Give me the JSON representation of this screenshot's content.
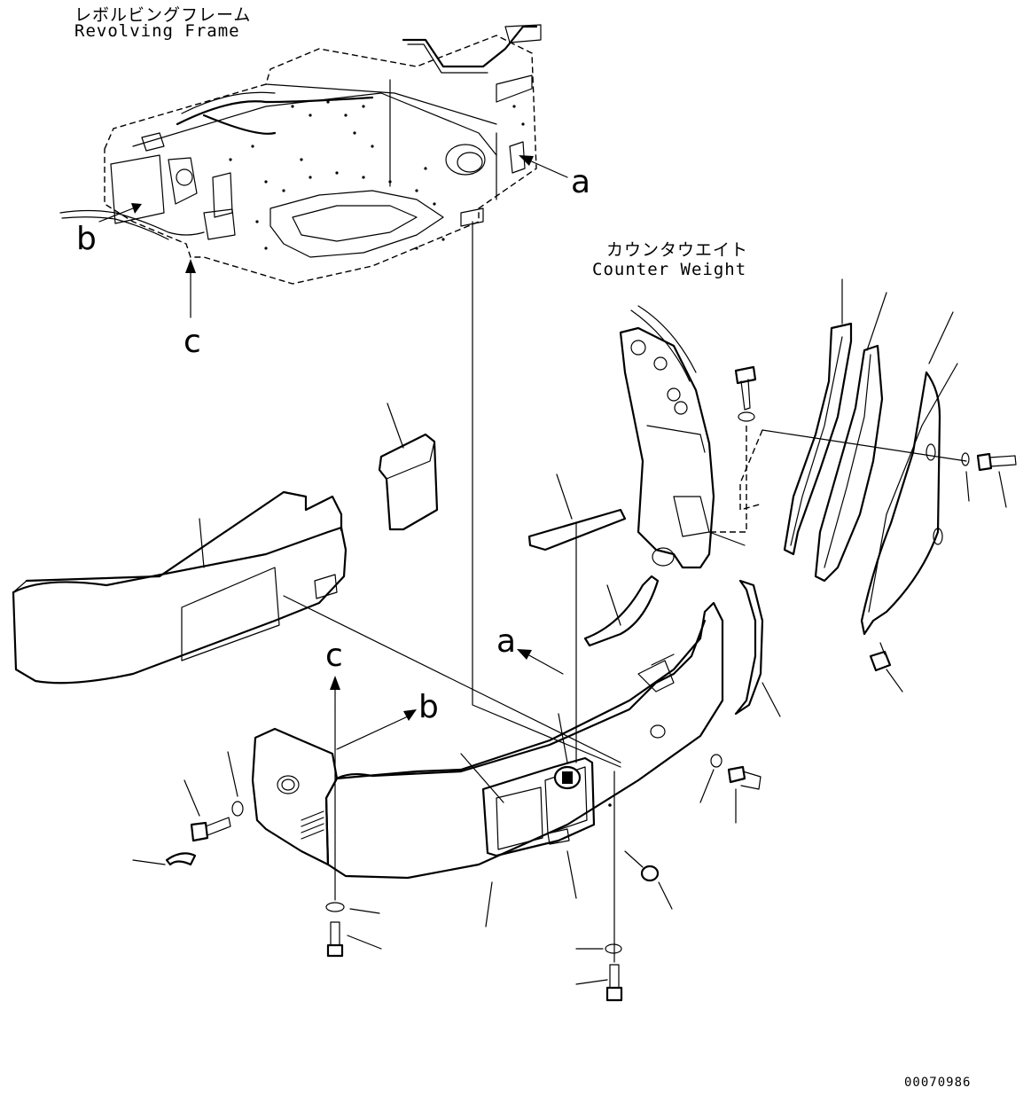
{
  "labels": {
    "revolving_frame_ja": "レボルビングフレーム",
    "revolving_frame_en": "Revolving Frame",
    "counter_weight_ja": "カウンタウエイト",
    "counter_weight_en": "Counter Weight",
    "ref_a_top": "a",
    "ref_b_top": "b",
    "ref_c_top": "c",
    "ref_a_bottom": "a",
    "ref_b_bottom": "b",
    "ref_c_bottom": "c",
    "drawing_code": "00070986"
  }
}
